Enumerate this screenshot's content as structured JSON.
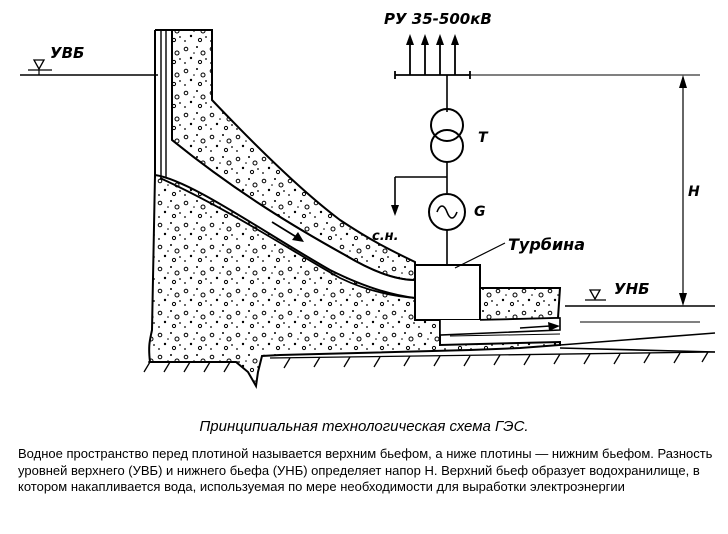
{
  "labels": {
    "upper_level": "УВБ",
    "lower_level": "УНБ",
    "switchgear": "РУ 35-500кВ",
    "transformer": "Т",
    "generator": "G",
    "own_needs": "с.н.",
    "turbine": "Турбина",
    "head": "Н"
  },
  "caption": "Принципиальная технологическая схема ГЭС.",
  "description": "Водное пространство перед плотиной называется верхним бьефом, а ниже плотины — нижним бьефом. Разность уровней верхнего (УВБ) и нижнего бьефа (УНБ) определяет напор Н. Верхний бьеф образует водохранилище, в котором накапливается вода, используемая по мере необходимости для выработки электроэнергии"
}
